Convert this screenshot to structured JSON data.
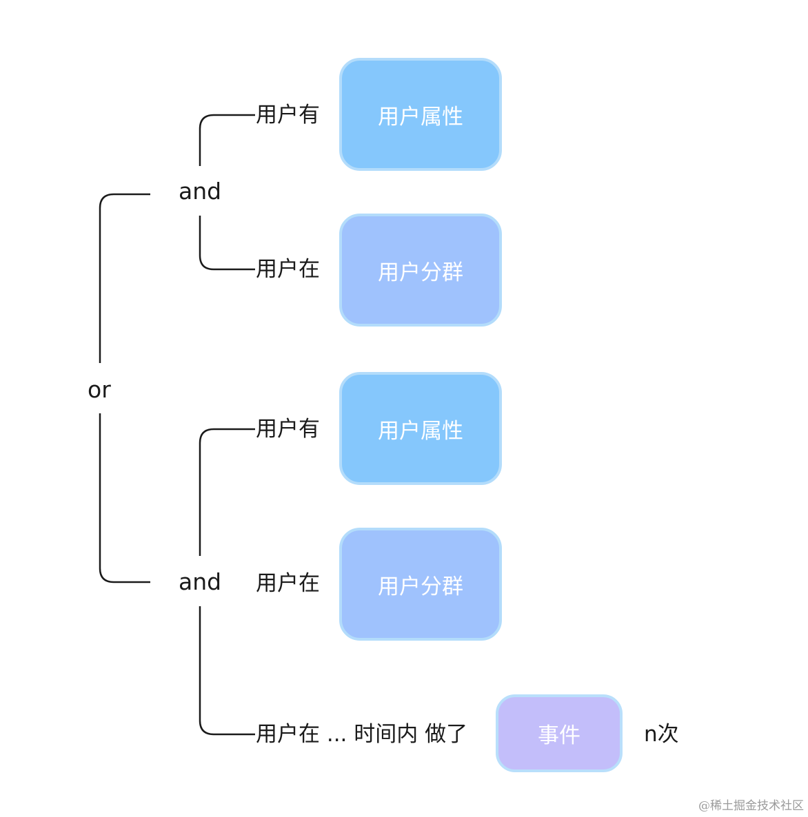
{
  "root": {
    "operator": "or"
  },
  "groups": [
    {
      "operator": "and",
      "conditions": [
        {
          "prefix": "用户有",
          "box": "用户属性"
        },
        {
          "prefix": "用户在",
          "box": "用户分群"
        }
      ]
    },
    {
      "operator": "and",
      "conditions": [
        {
          "prefix": "用户有",
          "box": "用户属性"
        },
        {
          "prefix": "用户在",
          "box": "用户分群"
        },
        {
          "prefix": "用户在 ... 时间内 做了",
          "box": "事件",
          "suffix": "n次"
        }
      ]
    }
  ],
  "colors": {
    "attr_box": "#85c7fc",
    "group_box": "#9fc2fd",
    "event_box": "#c3befa",
    "box_border": "#b3dcfb",
    "line": "#1a1a1a"
  },
  "watermark": "@稀土掘金技术社区"
}
